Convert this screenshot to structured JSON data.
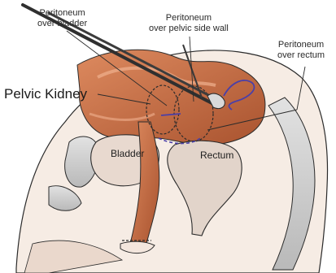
{
  "labels": {
    "peritoneum_bladder": [
      "Peritoneum",
      "over bladder"
    ],
    "peritoneum_side_wall": [
      "Peritoneum",
      "over pelvic side wall"
    ],
    "peritoneum_rectum": [
      "Peritoneum",
      "over rectum"
    ],
    "pelvic_kidney": "Pelvic Kidney",
    "bladder": "Bladder",
    "rectum": "Rectum"
  },
  "colors": {
    "tissue": "#c9704a",
    "outline": "#2b2b2b",
    "bone": "#cfcfcf",
    "instrument": "#3a3a3a",
    "kidney_outline": "#4a3fa8",
    "skin": "#f3e6dd"
  }
}
